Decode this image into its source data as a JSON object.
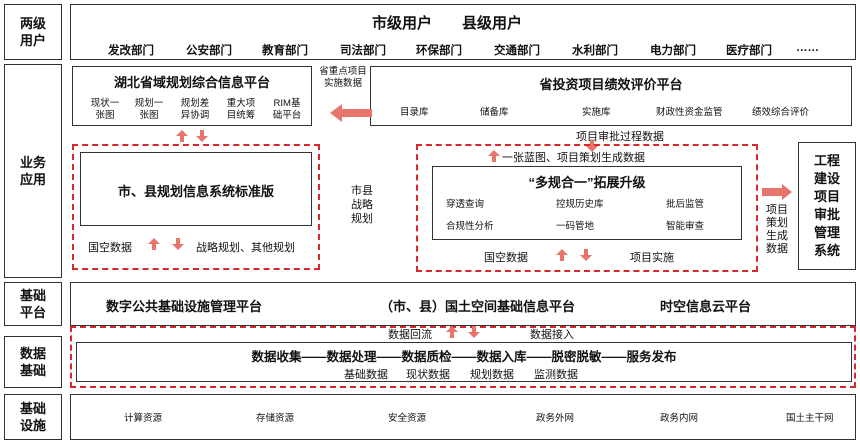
{
  "rows": {
    "r1": "两级\n用户",
    "r2": "业务\n应用",
    "r3": "基础\n平台",
    "r4": "数据\n基础",
    "r5": "基础\n设施"
  },
  "users": {
    "title_city": "市级用户",
    "title_county": "县级用户",
    "departments": [
      "发改部门",
      "公安部门",
      "教育部门",
      "司法部门",
      "环保部门",
      "交通部门",
      "水利部门",
      "电力部门",
      "医疗部门",
      "……"
    ]
  },
  "hubei": {
    "title": "湖北省域规划综合信息平台",
    "items": [
      "现状一\n张图",
      "规划一\n张图",
      "规划差\n异协调",
      "重大项\n目统筹",
      "RIM基\n础平台"
    ]
  },
  "province_label": "省重点项目\n实施数据",
  "invest": {
    "title": "省投资项目绩效评价平台",
    "items": [
      "目录库",
      "储备库",
      "实施库",
      "财政性资金监管",
      "绩效综合评价"
    ]
  },
  "approval_process": "项目审批过程数据",
  "std_version": "市、县规划信息系统标准版",
  "guokong_left": "国空数据",
  "strategy_left": "战略规划、其他规划",
  "mid_label": "市县\n战略\n规划",
  "blueprint": "一张蓝图、项目策划生成数据",
  "multi": {
    "title": "“多规合一”拓展升级",
    "items_row1": [
      "穿透查询",
      "控规历史库",
      "批后监管"
    ],
    "items_row2": [
      "合规性分析",
      "一码管地",
      "智能审查"
    ]
  },
  "guokong_right": "国空数据",
  "project_impl": "项目实施",
  "project_plan_label": "项目\n策划\n生成\n数据",
  "engineering": "工程\n建设\n项目\n审批\n管理\n系统",
  "platforms": [
    "数字公共基础设施管理平台",
    "（市、县）国土空间基础信息平台",
    "时空信息云平台"
  ],
  "data_flow": {
    "back": "数据回流",
    "in": "数据接入"
  },
  "pipeline": "数据收集——数据处理——数据质检——数据入库——脱密脱敏——服务发布",
  "data_types": [
    "基础数据",
    "现状数据",
    "规划数据",
    "监测数据"
  ],
  "infra": [
    "计算资源",
    "存储资源",
    "安全资源",
    "政务外网",
    "政务内网",
    "国土主干网"
  ],
  "colors": {
    "accent": "#d9272e",
    "arrow": "#e8756c",
    "border": "#333333"
  }
}
